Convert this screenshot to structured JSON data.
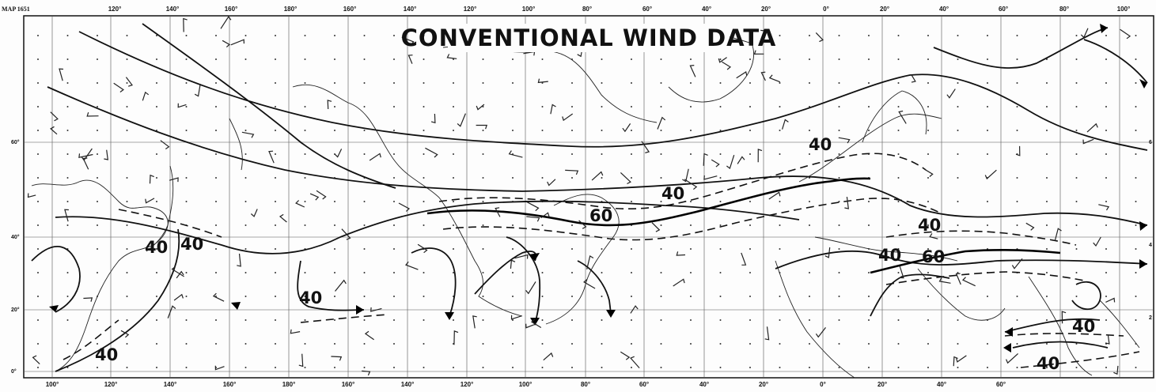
{
  "map": {
    "id": "MAP 1651",
    "title": "CONVENTIONAL WIND DATA",
    "top_longitudes": [
      "120°",
      "140°",
      "160°",
      "180°",
      "160°",
      "140°",
      "120°",
      "100°",
      "80°",
      "60°",
      "40°",
      "20°",
      "0°",
      "20°",
      "40°",
      "60°",
      "80°",
      "100°"
    ],
    "bottom_longitudes": [
      "100°",
      "120°",
      "140°",
      "160°",
      "180°",
      "160°",
      "140°",
      "120°",
      "100°",
      "80°",
      "60°",
      "40°",
      "20°",
      "0°",
      "20°",
      "40°",
      "60°"
    ],
    "latitudes": [
      "60°",
      "40°",
      "20°",
      "0°"
    ],
    "right_latitudes": [
      "6",
      "4",
      "2"
    ],
    "isotach_labels": [
      "40",
      "40",
      "40",
      "40",
      "40",
      "60",
      "40",
      "40",
      "40",
      "60",
      "40",
      "40"
    ],
    "colors": {
      "ink": "#111111",
      "paper": "#fdfdfd",
      "dots": "#333333"
    }
  }
}
